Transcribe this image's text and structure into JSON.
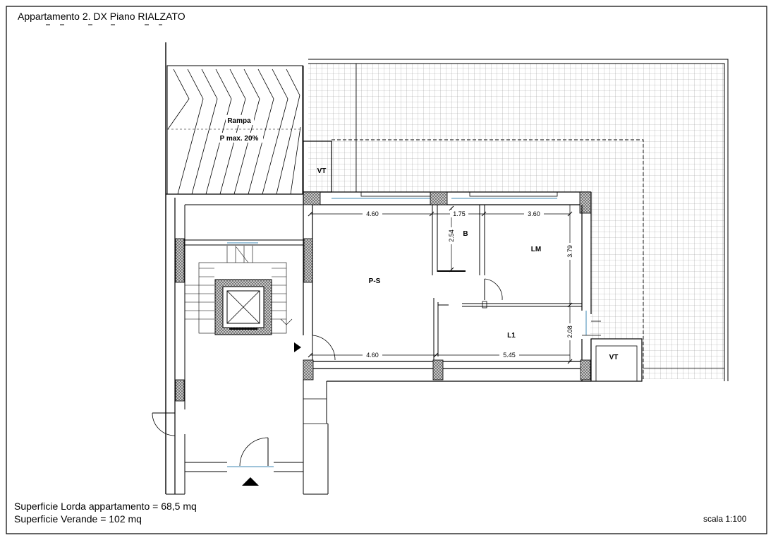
{
  "sheet": {
    "title": "Appartamento 2. DX Piano RIALZATO",
    "footer_line1": "Superficie Lorda appartamento = 68,5 mq",
    "footer_line2": "Superficie Verande = 102 mq",
    "scale": "scala 1:100"
  },
  "plan": {
    "ramp_label": "Rampa",
    "ramp_slope": "P max. 20%",
    "rooms": {
      "vt_top": "VT",
      "vt_bottom": "VT",
      "bath": "B",
      "living": "LM",
      "hall": "P-S",
      "bedroom": "L1"
    },
    "dimensions": {
      "top_left": "4.60",
      "top_mid": "1.75",
      "top_right": "3.60",
      "bath_vertical": "2.54",
      "living_vertical": "3.79",
      "lower_vertical": "2.08",
      "bottom_left": "4.60",
      "bottom_right": "5.45"
    }
  },
  "colors": {
    "line": "#000000",
    "grid": "#9a9a9a",
    "window": "#9fc4da"
  }
}
